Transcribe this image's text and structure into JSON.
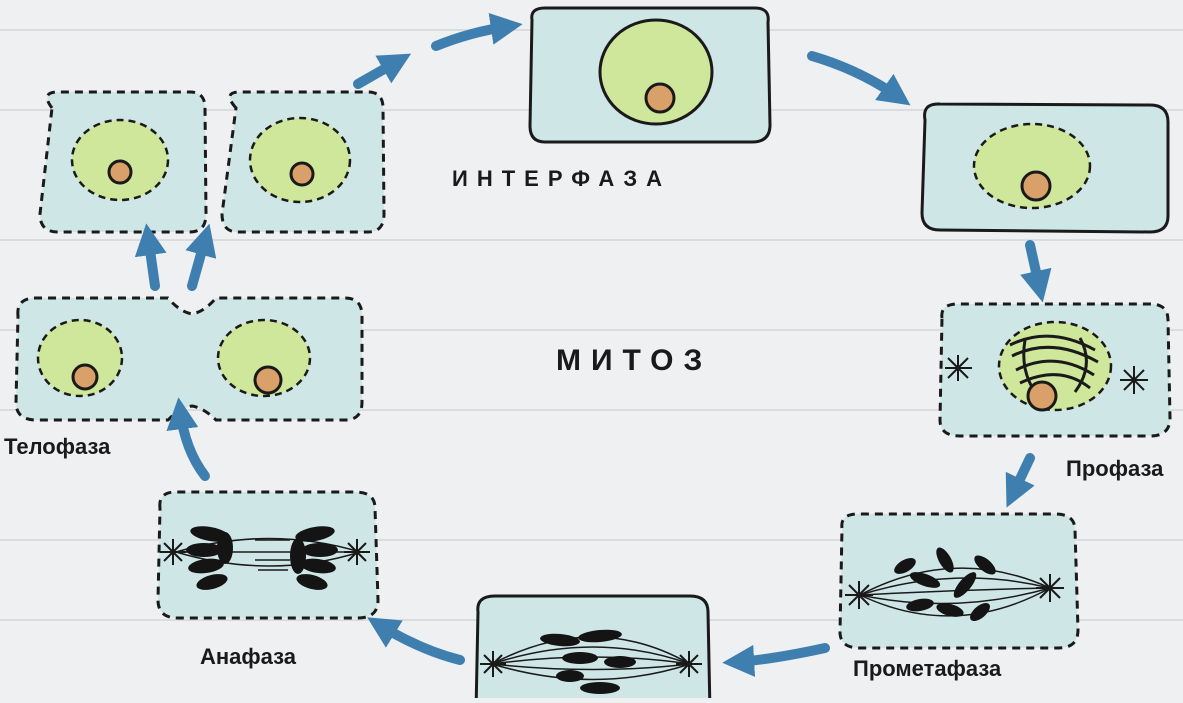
{
  "title_center": "ИНТЕРФАЗА",
  "cycle_name": "МИТОЗ",
  "phases": {
    "prophase": "Профаза",
    "prometaphase": "Прометафаза",
    "anaphase": "Анафаза",
    "telophase": "Телофаза"
  },
  "colors": {
    "cell_fill": "#cfe6e6",
    "nucleus_fill": "#cfe79a",
    "nucleolus_fill": "#d9a06a",
    "arrow": "#3f7fb0",
    "chromosome": "#141414",
    "outline": "#1a1a1a"
  }
}
